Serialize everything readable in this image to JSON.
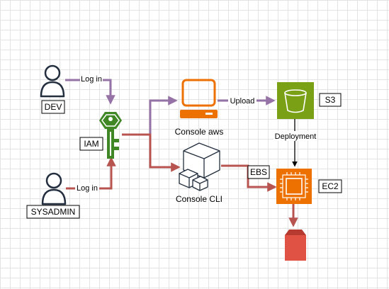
{
  "nodes": {
    "dev": {
      "label": "DEV"
    },
    "sysadmin": {
      "label": "SYSADMIN"
    },
    "iam": {
      "label": "IAM"
    },
    "console_aws": {
      "label": "Console aws"
    },
    "console_cli": {
      "label": "Console CLI"
    },
    "s3": {
      "label": "S3"
    },
    "ec2": {
      "label": "EC2"
    }
  },
  "edges": {
    "dev_iam": {
      "label": "Log in"
    },
    "sysadmin_iam": {
      "label": "Log in"
    },
    "aws_s3": {
      "label": "Upload"
    },
    "s3_ec2": {
      "label": "Deployment"
    },
    "cli_ec2": {
      "label": "EBS"
    }
  },
  "colors": {
    "purple": "#9673a6",
    "red": "#b85450",
    "orange": "#ED7100",
    "green": "#7AA116",
    "iam_green": "#3F8624",
    "storage_red": "#E05243"
  }
}
